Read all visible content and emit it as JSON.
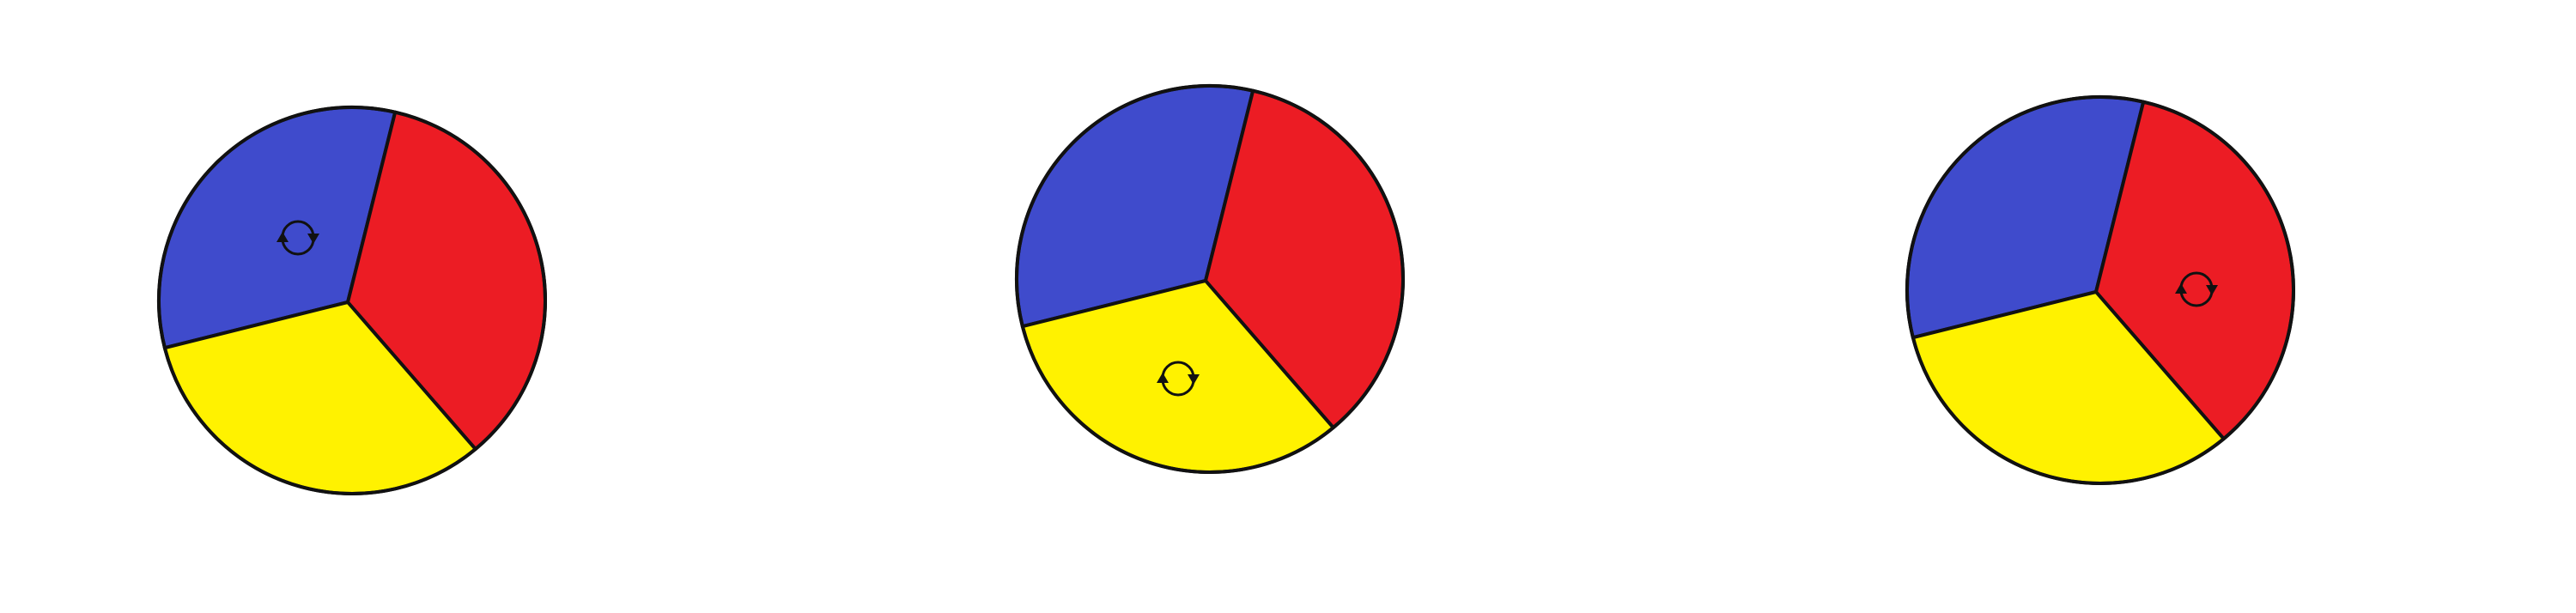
{
  "colors": {
    "blue": "#3F4BCC",
    "red": "#EC1C24",
    "yellow": "#FFF200",
    "outline": "#111111"
  },
  "spinners": [
    {
      "name": "spinner-1",
      "sectors": [
        {
          "color": "blue",
          "label": "blue-sector"
        },
        {
          "color": "red",
          "label": "red-sector"
        },
        {
          "color": "yellow",
          "label": "yellow-sector"
        }
      ],
      "arrow_on": "blue"
    },
    {
      "name": "spinner-2",
      "sectors": [
        {
          "color": "blue",
          "label": "blue-sector"
        },
        {
          "color": "red",
          "label": "red-sector"
        },
        {
          "color": "yellow",
          "label": "yellow-sector"
        }
      ],
      "arrow_on": "yellow"
    },
    {
      "name": "spinner-3",
      "sectors": [
        {
          "color": "blue",
          "label": "blue-sector"
        },
        {
          "color": "red",
          "label": "red-sector"
        },
        {
          "color": "yellow",
          "label": "yellow-sector"
        }
      ],
      "arrow_on": "red"
    }
  ],
  "icon": "rotation-arrows-icon"
}
